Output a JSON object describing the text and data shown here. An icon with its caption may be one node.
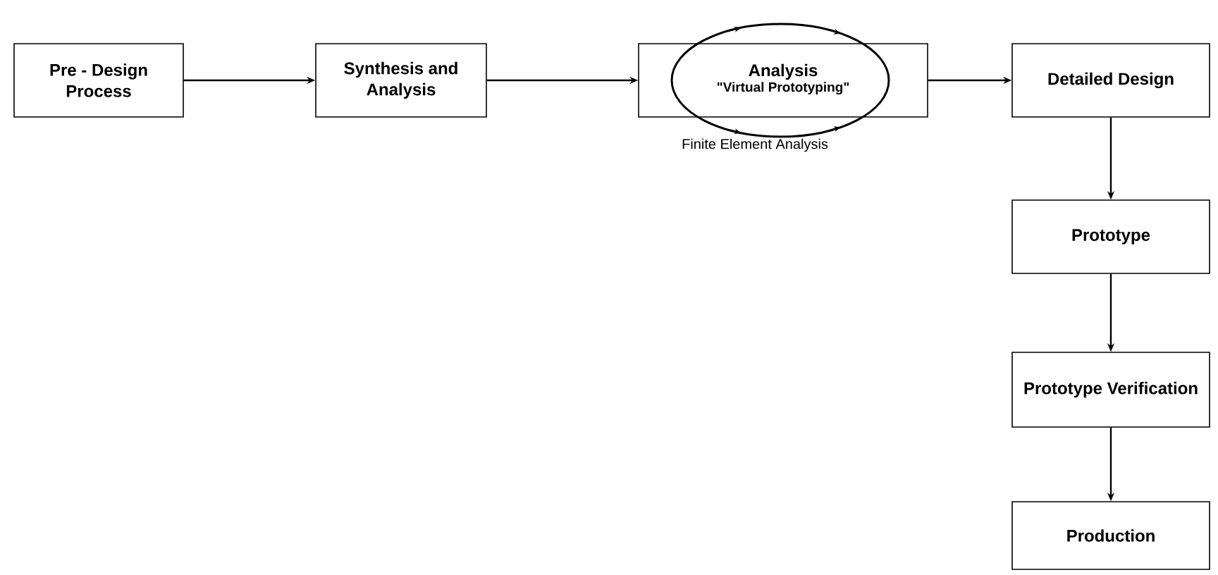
{
  "diagram": {
    "nodes": [
      {
        "text": [
          "Pre - Design Process"
        ]
      },
      {
        "text": [
          "Synthesis and Analysis"
        ]
      },
      {
        "text": [
          "Analysis",
          "\"Virtual Prototyping\""
        ],
        "beside": [
          "Finite Element Analysis"
        ]
      },
      {
        "text": [
          "Detailed Design"
        ]
      },
      {
        "text": [
          "Prototype"
        ]
      },
      {
        "text": [
          "Prototype Verification"
        ]
      },
      {
        "text": [
          "Production"
        ]
      }
    ],
    "edges": [
      {
        "from": 0,
        "to": 1,
        "arrow": "to"
      },
      {
        "from": 1,
        "to": 2,
        "arrow": "to"
      },
      {
        "from": 2,
        "to": 3,
        "arrow": "to"
      },
      {
        "from": 3,
        "to": 4,
        "arrow": "to"
      },
      {
        "from": 4,
        "to": 5,
        "arrow": "to"
      },
      {
        "from": 5,
        "to": 6,
        "arrow": "to"
      }
    ]
  }
}
